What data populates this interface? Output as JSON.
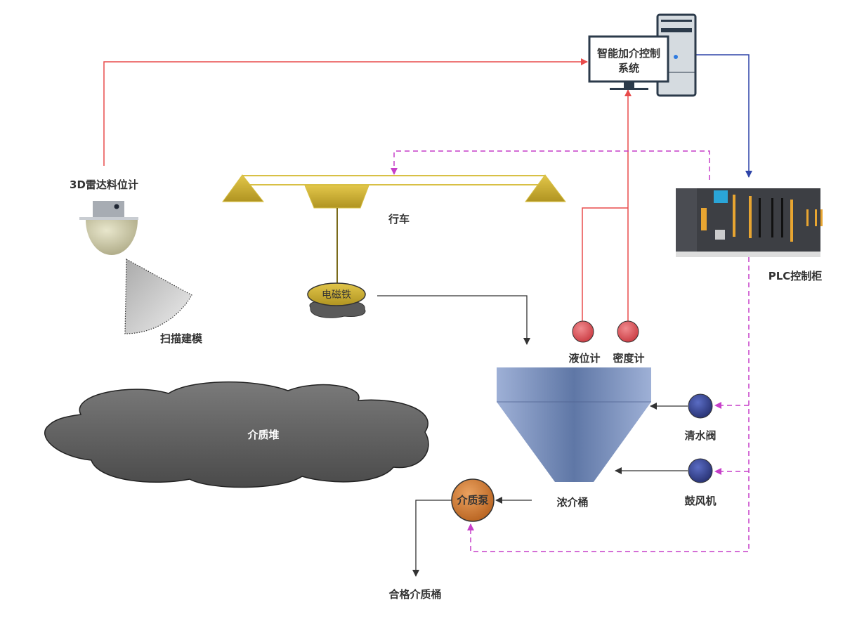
{
  "labels": {
    "control_system_line1": "智能加介控制",
    "control_system_line2": "系统",
    "radar": "3D雷达料位计",
    "scan": "扫描建模",
    "crane": "行车",
    "magnet": "电磁铁",
    "plc": "PLC控制柜",
    "level_meter": "液位计",
    "density_meter": "密度计",
    "water_valve": "清水阀",
    "blower": "鼓风机",
    "tank": "浓介桶",
    "pump": "介质泵",
    "medium_pile": "介质堆",
    "qualified_tank": "合格介质桶"
  },
  "colors": {
    "signal_line": "#e84b4b",
    "control_line": "#2e44a8",
    "dashed_control": "#c63fc9",
    "flow_line": "#333333",
    "crane": "#c9a92a",
    "sensor": "#d9545a",
    "valve": "#2d3b8e",
    "pump": "#c9752e"
  }
}
